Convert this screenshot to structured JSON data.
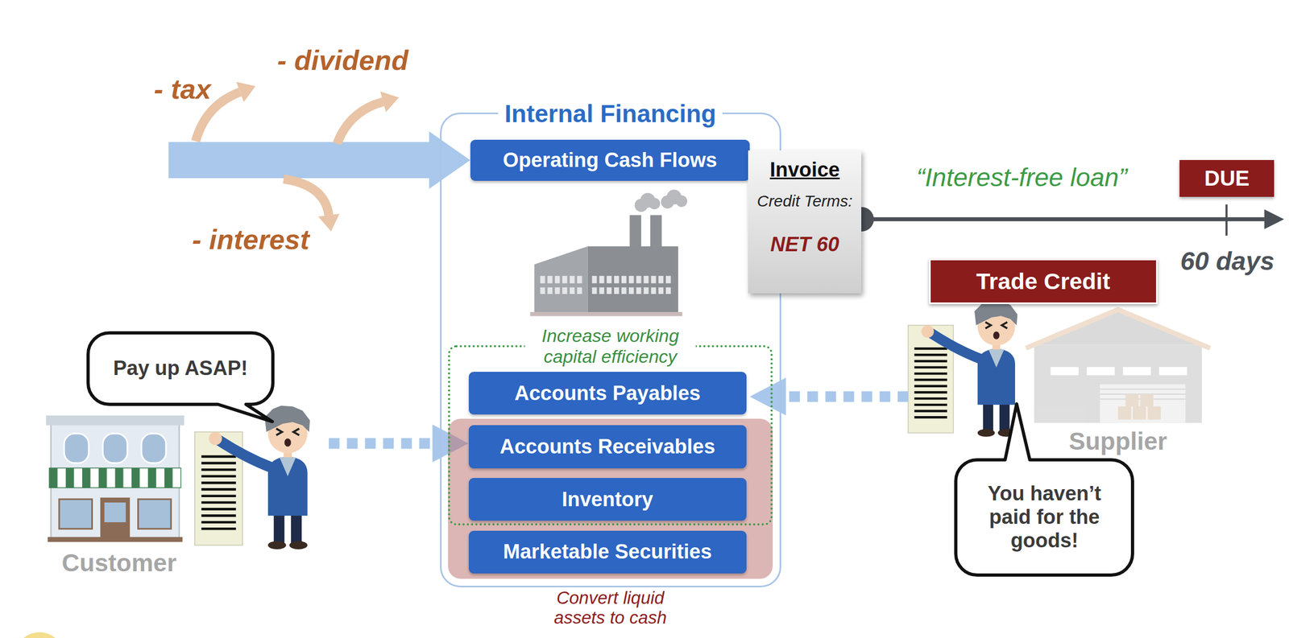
{
  "diagram": {
    "nodes": [
      {
        "text": [
          "Internal Financing"
        ]
      },
      {
        "text": [
          "Operating Cash Flows"
        ],
        "in": 0
      },
      {
        "text": [
          "Increase working capital efficiency"
        ],
        "in": 0
      },
      {
        "text": [
          "Accounts Payables"
        ],
        "in": 2
      },
      {
        "text": [
          "Accounts Receivables"
        ],
        "in": 2
      },
      {
        "text": [
          "Inventory"
        ],
        "in": 2
      },
      {
        "text": [
          "Convert liquid assets to cash"
        ],
        "in": 0
      },
      {
        "text": [
          "Marketable Securities"
        ],
        "in": 6
      },
      {
        "text": [
          "Invoice",
          "Credit Terms:",
          "NET 60"
        ]
      },
      {
        "text": [
          "DUE"
        ]
      },
      {
        "text": [
          "Trade Credit"
        ]
      },
      {
        "text": [
          "Pay up ASAP!"
        ]
      },
      {
        "text": [
          "You haven’t paid for the goods!"
        ]
      }
    ],
    "labels": [
      "- dividend",
      "- tax",
      "- interest",
      "“Interest-free loan”",
      "60 days",
      "Customer",
      "Supplier"
    ]
  }
}
